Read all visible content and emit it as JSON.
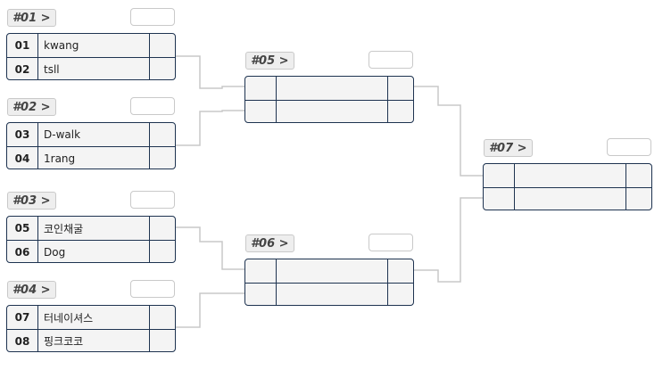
{
  "matches": [
    {
      "label": "#01 >",
      "players": [
        {
          "seed": "01",
          "name": "kwang"
        },
        {
          "seed": "02",
          "name": "tsll"
        }
      ]
    },
    {
      "label": "#02 >",
      "players": [
        {
          "seed": "03",
          "name": "D-walk"
        },
        {
          "seed": "04",
          "name": "1rang"
        }
      ]
    },
    {
      "label": "#03 >",
      "players": [
        {
          "seed": "05",
          "name": "코인채굴"
        },
        {
          "seed": "06",
          "name": "Dog"
        }
      ]
    },
    {
      "label": "#04 >",
      "players": [
        {
          "seed": "07",
          "name": "터네이셔스"
        },
        {
          "seed": "08",
          "name": "핑크코코"
        }
      ]
    },
    {
      "label": "#05 >",
      "players": [
        {
          "seed": "",
          "name": ""
        },
        {
          "seed": "",
          "name": ""
        }
      ]
    },
    {
      "label": "#06 >",
      "players": [
        {
          "seed": "",
          "name": ""
        },
        {
          "seed": "",
          "name": ""
        }
      ]
    },
    {
      "label": "#07 >",
      "players": [
        {
          "seed": "",
          "name": ""
        },
        {
          "seed": "",
          "name": ""
        }
      ]
    }
  ]
}
